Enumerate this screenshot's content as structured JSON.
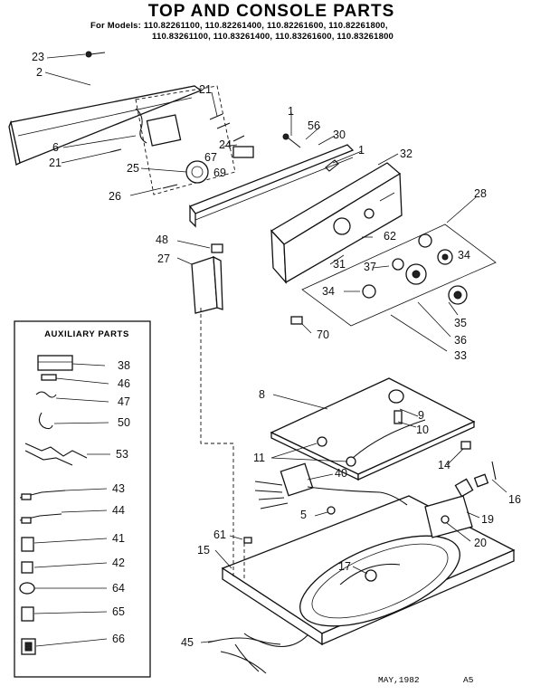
{
  "title": "TOP AND CONSOLE PARTS",
  "models_line1": "For Models: 110.82261100, 110.82261400, 110.82261600, 110.82261800,",
  "models_line2": "110.83261100, 110.83261400, 110.83261600, 110.83261800",
  "auxiliary_title": "AUXILIARY PARTS",
  "footer_date": "MAY,1982",
  "footer_code": "A5",
  "callouts": [
    "23",
    "2",
    "21",
    "1",
    "56",
    "30",
    "1",
    "32",
    "6",
    "21",
    "24",
    "67",
    "25",
    "69",
    "26",
    "28",
    "48",
    "27",
    "62",
    "34",
    "31",
    "37",
    "34",
    "35",
    "36",
    "33",
    "70",
    "8",
    "9",
    "10",
    "11",
    "40",
    "14",
    "16",
    "19",
    "5",
    "61",
    "15",
    "17",
    "20",
    "45"
  ],
  "aux_items": [
    "38",
    "46",
    "47",
    "50",
    "53",
    "43",
    "44",
    "41",
    "42",
    "64",
    "65",
    "66"
  ]
}
